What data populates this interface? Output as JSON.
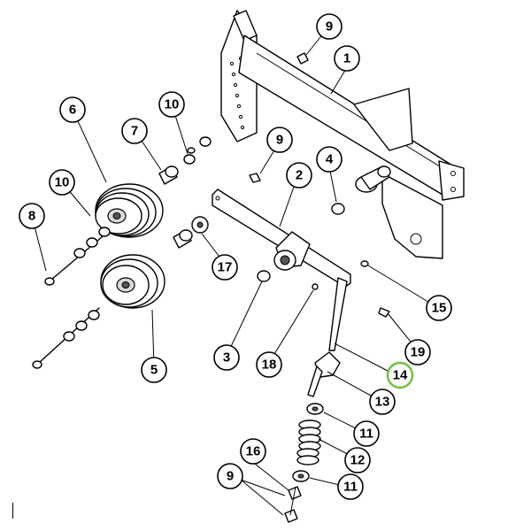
{
  "callouts": [
    {
      "id": "c1",
      "label": "1"
    },
    {
      "id": "c2",
      "label": "2"
    },
    {
      "id": "c3",
      "label": "3"
    },
    {
      "id": "c4",
      "label": "4"
    },
    {
      "id": "c5",
      "label": "5"
    },
    {
      "id": "c6",
      "label": "6"
    },
    {
      "id": "c7",
      "label": "7"
    },
    {
      "id": "c8",
      "label": "8"
    },
    {
      "id": "c9a",
      "label": "9"
    },
    {
      "id": "c9b",
      "label": "9"
    },
    {
      "id": "c9c",
      "label": "9"
    },
    {
      "id": "c10a",
      "label": "10"
    },
    {
      "id": "c10b",
      "label": "10"
    },
    {
      "id": "c11a",
      "label": "11"
    },
    {
      "id": "c11b",
      "label": "11"
    },
    {
      "id": "c12",
      "label": "12"
    },
    {
      "id": "c13",
      "label": "13"
    },
    {
      "id": "c14",
      "label": "14"
    },
    {
      "id": "c15",
      "label": "15"
    },
    {
      "id": "c16",
      "label": "16"
    },
    {
      "id": "c17",
      "label": "17"
    },
    {
      "id": "c18",
      "label": "18"
    },
    {
      "id": "c19",
      "label": "19"
    }
  ],
  "highlighted_callout": "14",
  "highlight_color": "#6fbf3a"
}
